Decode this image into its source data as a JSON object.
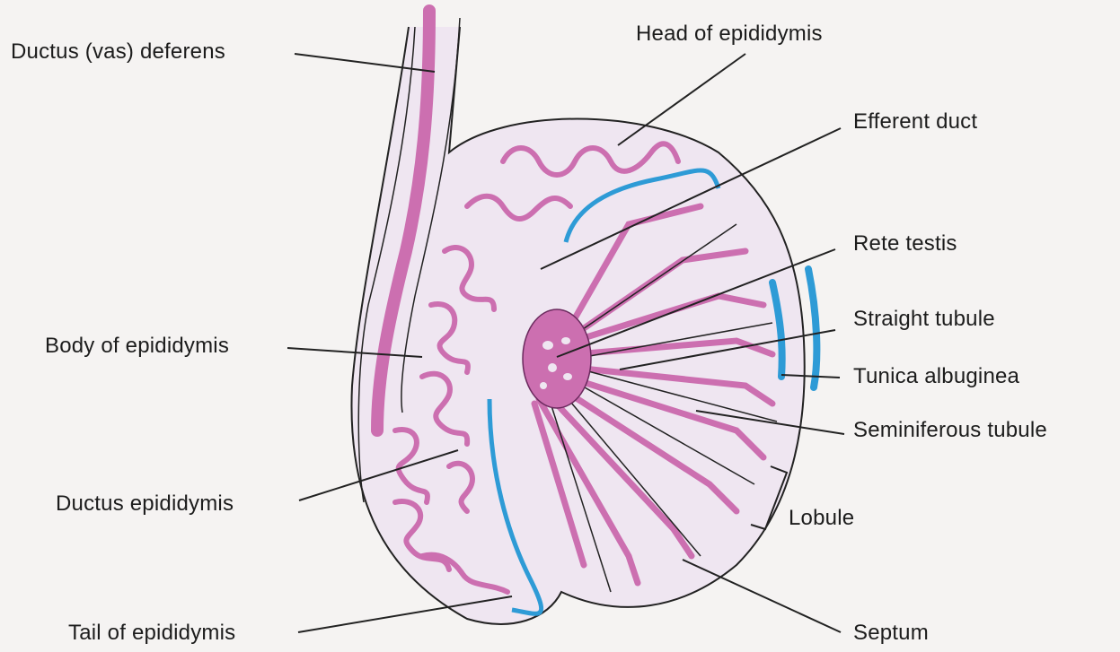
{
  "labels": {
    "ductus_deferens": "Ductus (vas) deferens",
    "head_epididymis": "Head of epididymis",
    "efferent_duct": "Efferent duct",
    "rete_testis": "Rete testis",
    "straight_tubule": "Straight tubule",
    "tunica_albuginea": "Tunica albuginea",
    "seminiferous_tubule": "Seminiferous tubule",
    "body_epididymis": "Body of epididymis",
    "lobule": "Lobule",
    "ductus_epididymis": "Ductus epididymis",
    "tail_epididymis": "Tail of epididymis",
    "septum": "Septum"
  },
  "colors": {
    "background": "#f5f3f2",
    "tissue_fill": "#ecdff0",
    "tubule_magenta": "#cc6fb0",
    "tubule_dark": "#6b2a5e",
    "tunica_blue": "#2e9bd6",
    "outline": "#222222"
  }
}
